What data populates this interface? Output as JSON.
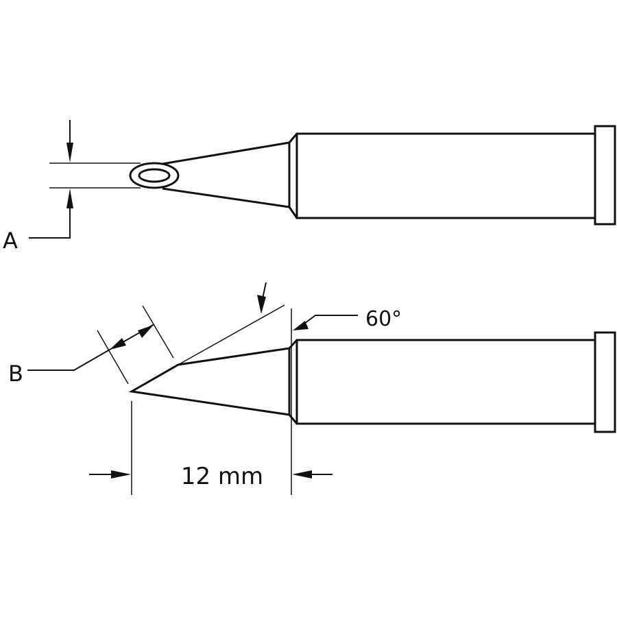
{
  "labels": {
    "dim_a": "A",
    "dim_b": "B",
    "angle": "60°",
    "length": "12 mm"
  },
  "colors": {
    "line": "#111111",
    "background": "#ffffff"
  }
}
